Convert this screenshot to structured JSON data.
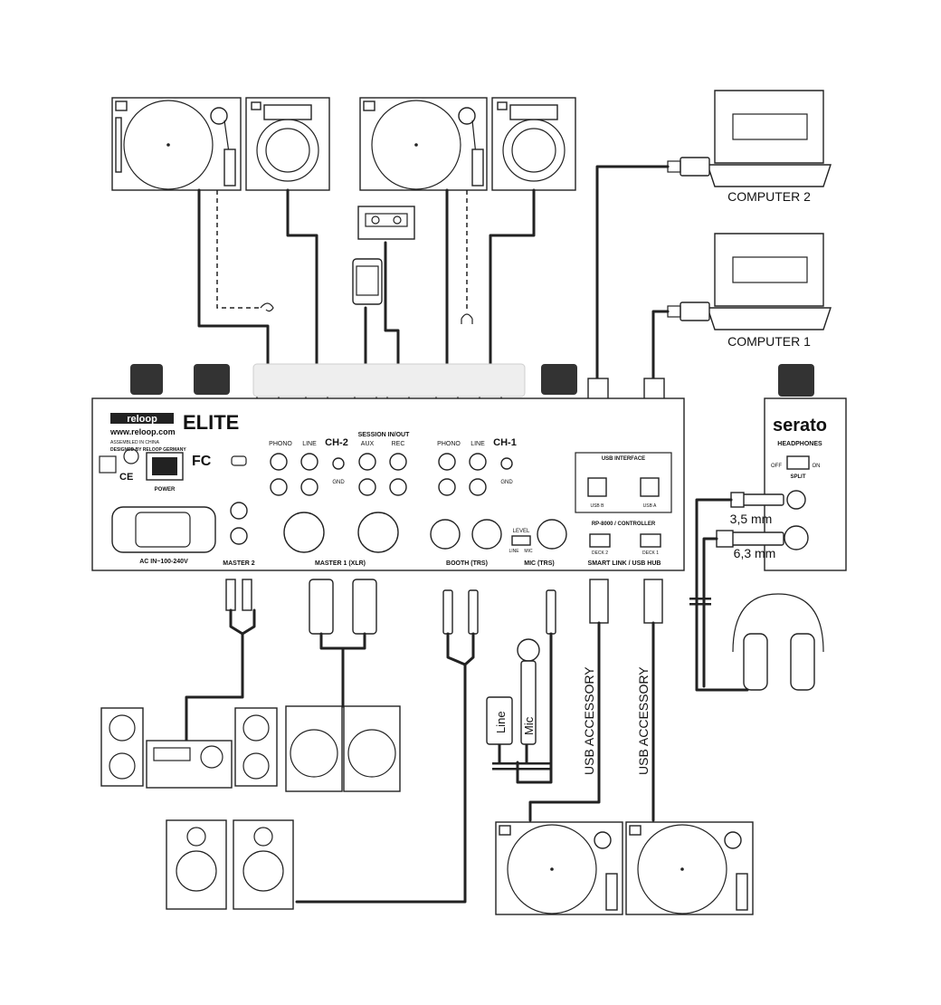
{
  "mixer": {
    "brand": "reloop",
    "website": "www.reloop.com",
    "made_in": "ASSEMBLED IN CHINA",
    "designed_by": "DESIGNED BY RELOOP GERMANY",
    "model": "ELITE",
    "fcc": "FC",
    "power_label": "POWER",
    "ac_label": "AC IN~100-240V",
    "ch2": {
      "title": "CH-2",
      "phono": "PHONO",
      "line": "LINE",
      "gnd": "GND"
    },
    "ch1": {
      "title": "CH-1",
      "phono": "PHONO",
      "line": "LINE",
      "gnd": "GND"
    },
    "session": {
      "title": "SESSION IN/OUT",
      "aux": "AUX",
      "rec": "REC"
    },
    "usb_interface": {
      "title": "USB INTERFACE",
      "usb_b": "USB B",
      "usb_a": "USB A"
    },
    "controller": "RP-8000 / CONTROLLER",
    "deck2": "DECK 2",
    "deck1": "DECK 1",
    "level": "LEVEL",
    "level_line": "LINE",
    "level_mic": "MIC",
    "sections": {
      "master2": "MASTER 2",
      "master1": "MASTER 1 (XLR)",
      "booth": "BOOTH (TRS)",
      "mic": "MIC (TRS)",
      "smartlink": "SMART LINK / USB HUB"
    }
  },
  "side_panel": {
    "brand": "serato",
    "headphones": "HEADPHONES",
    "off": "OFF",
    "on": "ON",
    "split": "SPLIT"
  },
  "labels": {
    "computer2": "COMPUTER 2",
    "computer1": "COMPUTER 1",
    "jack_small": "3,5 mm",
    "jack_large": "6,3 mm",
    "usb_accessory_1": "USB ACCESSORY",
    "usb_accessory_2": "USB ACCESSORY",
    "line_device": "Line",
    "mic_device": "Mic"
  },
  "icons": [
    "turntable",
    "cd-player",
    "cassette",
    "smartphone",
    "laptop",
    "usb-plug",
    "rca-plug",
    "xlr-plug",
    "trs-plug",
    "headphones",
    "speaker",
    "amplifier",
    "microphone",
    "ground-clip"
  ],
  "colors": {
    "line": "#222222",
    "background": "#ffffff",
    "ghost": "#cfcfcf"
  }
}
